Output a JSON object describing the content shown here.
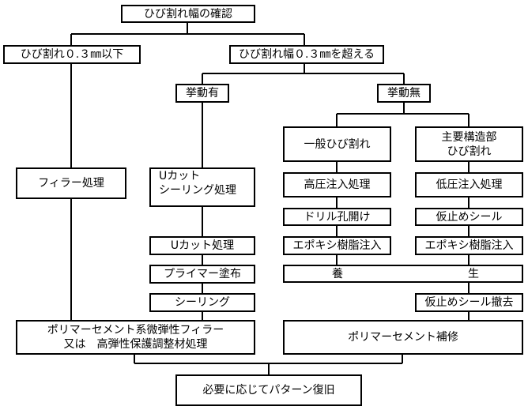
{
  "flowchart": {
    "title": "ひび割れ幅の確認",
    "branch_small": "ひび割れ０.３㎜以下",
    "branch_large": "ひび割れ幅０.３㎜を超える",
    "movement_yes": "挙動有",
    "movement_no": "挙動無",
    "general_crack": "一般ひび割れ",
    "main_structure_line1": "主要構造部",
    "main_structure_line2": "ひび割れ",
    "filler": "フィラー処理",
    "u_cut_line1": "Uカット",
    "u_cut_line2": "シーリング処理",
    "high_pressure": "高圧注入処理",
    "low_pressure": "低圧注入処理",
    "drill": "ドリル孔開け",
    "temp_seal": "仮止めシール",
    "u_cut_process": "Uカット処理",
    "epoxy_left": "エポキシ樹脂注入",
    "epoxy_right": "エポキシ樹脂注入",
    "primer": "プライマー塗布",
    "curing_left": "養",
    "curing_right": "生",
    "sealing": "シーリング",
    "temp_seal_removal": "仮止めシール撤去",
    "polymer_filler_line1": "ポリマーセメント系微弾性フィラー",
    "polymer_filler_line2": "又は　高弾性保護調整材処理",
    "polymer_repair": "ポリマーセメント補修",
    "final_restore": "必要に応じてパターン復旧"
  }
}
